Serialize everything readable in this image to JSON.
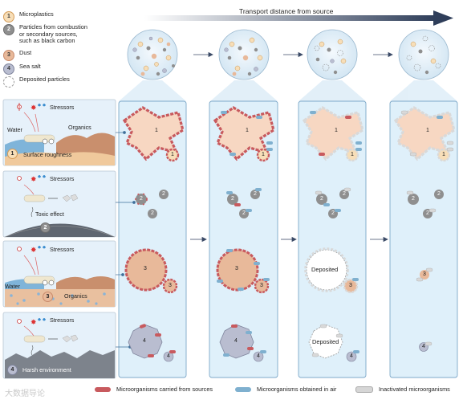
{
  "legend": {
    "items": [
      {
        "num": "1",
        "text": "Microplastics",
        "fill": "#f7deb8",
        "stroke": "#d49b56"
      },
      {
        "num": "2",
        "text": "Particles from combustion\nor secondary sources,\nsuch as black carbon",
        "fill": "#8f8f8f",
        "stroke": "#6d6d6d"
      },
      {
        "num": "3",
        "text": "Dust",
        "fill": "#e8b99a",
        "stroke": "#c98a6b"
      },
      {
        "num": "4",
        "text": "Sea salt",
        "fill": "#b9bdd0",
        "stroke": "#7f849c"
      },
      {
        "num": "",
        "text": "Deposited particles",
        "fill": "#ffffff",
        "stroke": "#999999"
      }
    ]
  },
  "transport_label": "Transport distance from source",
  "left_panels": [
    {
      "stressors": "Stressors",
      "water": "Water",
      "organics": "Organics",
      "num": "1",
      "bottom": "Surface roughness"
    },
    {
      "stressors": "Stressors",
      "effect": "Toxic effect",
      "num": "2"
    },
    {
      "stressors": "Stressors",
      "water": "Water",
      "organics": "Organics",
      "num": "3"
    },
    {
      "stressors": "Stressors",
      "num": "4",
      "bottom": "Harsh environment"
    }
  ],
  "columns": [
    {
      "particles": {
        "p1": "1",
        "p1s": "1",
        "p2a": "2",
        "p2b": "2",
        "p2c": "2",
        "p3": "3",
        "p3s": "3",
        "p4": "4",
        "p4s": "4"
      }
    },
    {
      "particles": {
        "p1": "1",
        "p1s": "1",
        "p2a": "2",
        "p2b": "2",
        "p2c": "2",
        "p3": "3",
        "p3s": "3",
        "p4": "4",
        "p4s": "4"
      }
    },
    {
      "particles": {
        "p1": "1",
        "p1s": "1",
        "p2a": "2",
        "p2b": "2",
        "p2c": "2",
        "p3": "Deposited",
        "p3s": "3",
        "p4": "Deposited",
        "p4s": "4"
      }
    },
    {
      "particles": {
        "p1": "1",
        "p1s": "1",
        "p2a": "2",
        "p2b": "2",
        "p2c": "2",
        "p3s": "3",
        "p4s": "4"
      }
    }
  ],
  "bottom_legend": [
    {
      "label": "Microorganisms carried from sources",
      "color": "#c85a5e"
    },
    {
      "label": "Microorganisms obtained in air",
      "color": "#7fb0cf"
    },
    {
      "label": "Inactivated microorganisms",
      "color": "#d6d6d6"
    }
  ],
  "watermark": "大数据导论",
  "colors": {
    "panel": "#dff0fa",
    "panel_border": "#7da8c9",
    "plastic": "#f7deb8",
    "dust": "#e8b99a",
    "salt": "#b9bdd0",
    "carbon": "#8f8f8f"
  }
}
